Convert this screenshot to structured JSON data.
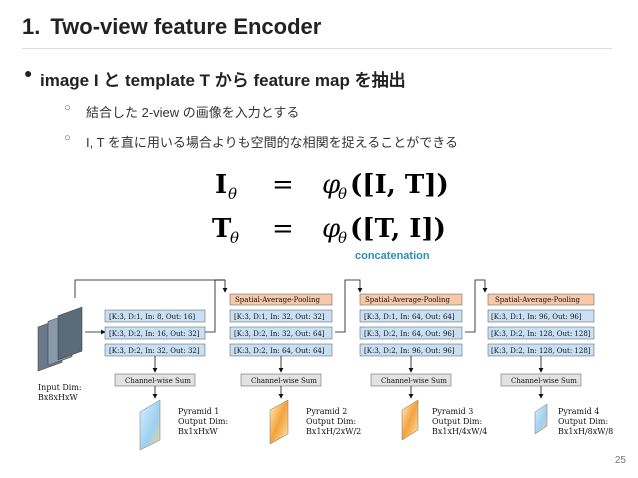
{
  "slide": {
    "number": "1.",
    "title": "Two-view feature Encoder",
    "bullet1": "image I と template T から feature map を抽出",
    "bullet2": "結合した 2-view の画像を入力とする",
    "bullet3": "I, T を直に用いる場合よりも空間的な相関を捉えることができる",
    "concat_label": "concatenation",
    "page_number": "25"
  },
  "equation": {
    "lhs1": "I",
    "lhs2": "T",
    "sub": "θ",
    "eq": "=",
    "phi": "φ",
    "rhs1": "([I, T])",
    "rhs2": "([T, I])"
  },
  "diagram": {
    "input_label1": "Input Dim:",
    "input_label2": "Bx8xHxW",
    "pool_label": "Spatial-Average-Pooling",
    "sum_label": "Channel-wise Sum",
    "col1": [
      "[K:3, D:1, In: 8, Out: 16]",
      "[K:3, D:2, In: 16, Out: 32]",
      "[K:3, D:2, In: 32, Out: 32]"
    ],
    "col2": [
      "[K:3, D:1, In: 32, Out: 32]",
      "[K:3, D:2, In: 32, Out: 64]",
      "[K:3, D:2, In: 64, Out: 64]"
    ],
    "col3": [
      "[K:3, D:1, In: 64, Out: 64]",
      "[K:3, D:2, In: 64, Out: 96]",
      "[K:3, D:2, In: 96, Out: 96]"
    ],
    "col4": [
      "[K:3, D:1, In: 96, Out: 96]",
      "[K:3, D:2, In: 128, Out: 128]",
      "[K:3, D:2, In: 128, Out: 128]"
    ],
    "pyr1": [
      "Pyramid 1",
      "Output Dim:",
      "Bx1xHxW"
    ],
    "pyr2": [
      "Pyramid 2",
      "Output Dim:",
      "Bx1xH/2xW/2"
    ],
    "pyr3": [
      "Pyramid 3",
      "Output Dim:",
      "Bx1xH/4xW/4"
    ],
    "pyr4": [
      "Pyramid 4",
      "Output Dim:",
      "Bx1xH/8xW/8"
    ]
  }
}
